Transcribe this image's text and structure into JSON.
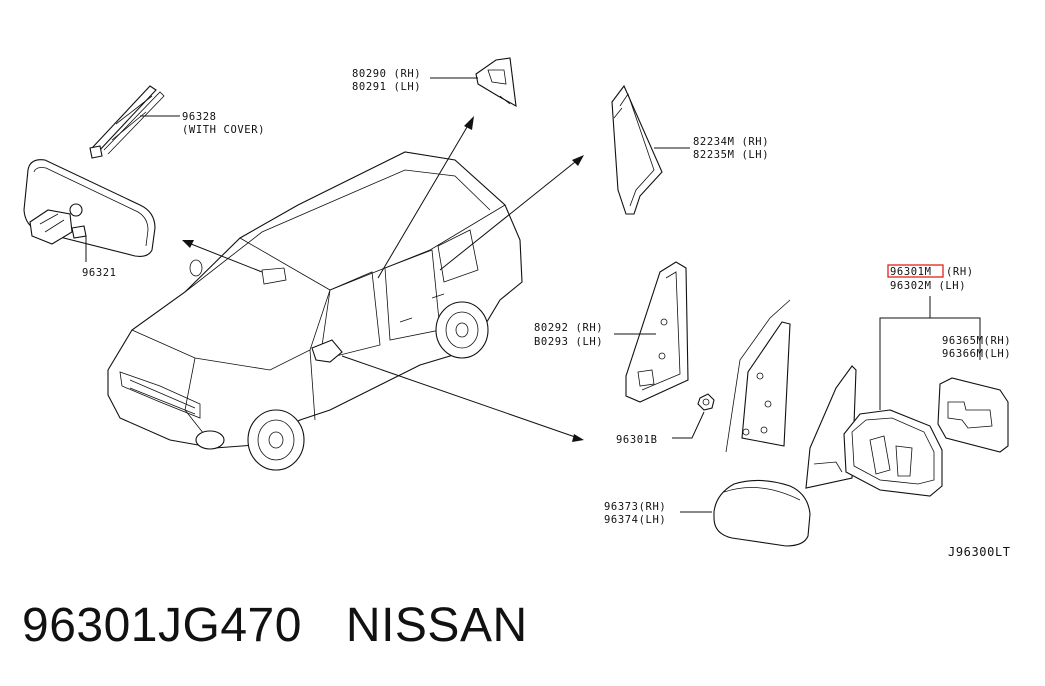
{
  "diagram": {
    "code": "J96300LT",
    "labels": {
      "p80290": "80290 (RH)",
      "p80291": "80291 (LH)",
      "p96328": "96328",
      "p96328_note": "(WITH COVER)",
      "p96321": "96321",
      "p82234": "82234M (RH)",
      "p82235": "82235M (LH)",
      "p96301m": "96301M",
      "p96301m_side": "(RH)",
      "p96302m": "96302M (LH)",
      "p96365": "96365M(RH)",
      "p96366": "96366M(LH)",
      "p80292": "80292 (RH)",
      "p80293": "B0293 (LH)",
      "p96301b": "96301B",
      "p96373": "96373(RH)",
      "p96374": "96374(LH)"
    },
    "highlight_color": "#e0231c"
  },
  "caption": {
    "part_number": "96301JG470",
    "brand": "NISSAN"
  }
}
